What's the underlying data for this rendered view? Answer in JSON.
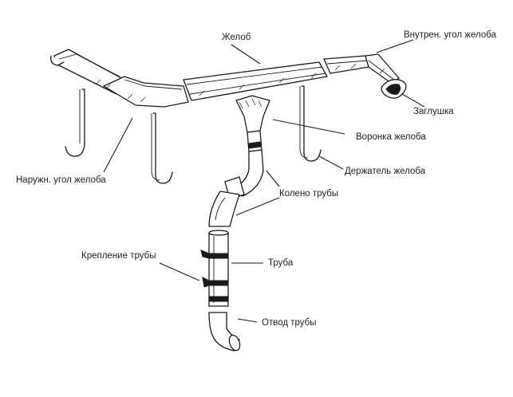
{
  "labels": {
    "gutter": "Желоб",
    "inner_corner": "Внутрен. угол желоба",
    "end_cap": "Заглушка",
    "funnel": "Воронка желоба",
    "holder": "Держатель желоба",
    "elbow": "Колено трубы",
    "outer_corner": "Наружн. угол желоба",
    "pipe_clamp": "Крепление трубы",
    "pipe": "Труба",
    "outlet": "Отвод трубы"
  },
  "line_color": "#1a1a1a"
}
